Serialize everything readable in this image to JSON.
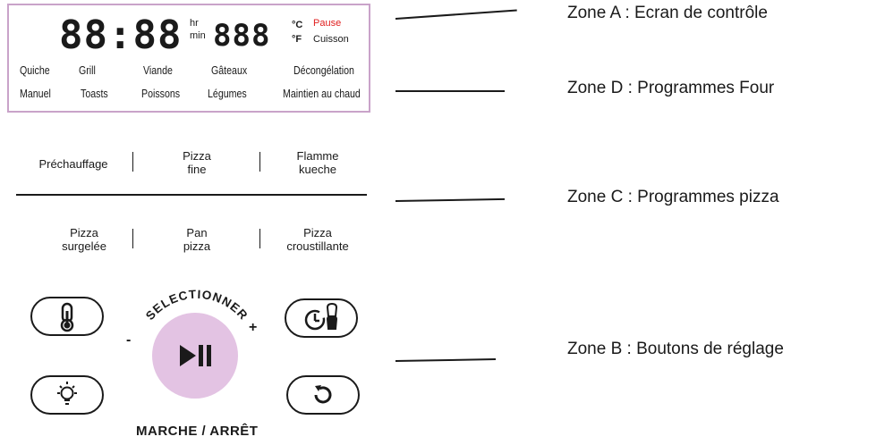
{
  "screen": {
    "time_digits": "88:88",
    "hr": "hr",
    "min": "min",
    "temp_digits": "888",
    "celsius": "°C",
    "fahrenheit": "°F",
    "pause": "Pause",
    "cuisson": "Cuisson",
    "pause_color": "#e02020"
  },
  "four_programs": {
    "row1": [
      "Quiche",
      "Grill",
      "Viande",
      "Gâteaux",
      "Décongélation"
    ],
    "row2": [
      "Manuel",
      "Toasts",
      "Poissons",
      "Légumes",
      "Maintien au chaud"
    ]
  },
  "pizza_programs": {
    "row1": [
      "Préchauffage",
      "Pizza\nfine",
      "Flamme\nkueche"
    ],
    "row2": [
      "Pizza\nsurgelée",
      "Pan\npizza",
      "Pizza\ncroustillante"
    ]
  },
  "buttons": {
    "selectionner": "SELECTIONNER",
    "minus": "-",
    "plus": "+",
    "marche_arret": "MARCHE / ARRÊT",
    "play_accent": "#e3c3e3",
    "icons": [
      "thermometer-icon",
      "light-icon",
      "timer-icon",
      "undo-icon",
      "play-pause-icon"
    ]
  },
  "zones": {
    "a": "Zone A : Ecran de contrôle",
    "d": "Zone D : Programmes Four",
    "c": "Zone C : Programmes pizza",
    "b": "Zone B : Boutons de réglage"
  },
  "colors": {
    "screen_border": "#c9a3c9"
  }
}
